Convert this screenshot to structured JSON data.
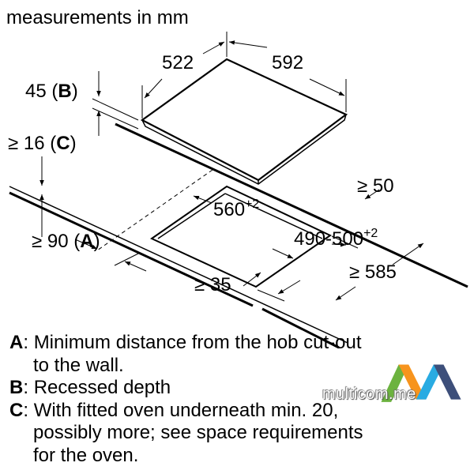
{
  "title": "measurements in mm",
  "dimensions": {
    "hob_depth": "522",
    "hob_width": "592",
    "recess_depth": "45",
    "recess_label": "B",
    "min_thickness": "≥ 16",
    "min_thickness_label": "C",
    "wall_gap": "≥ 50",
    "cutout_width": "560",
    "cutout_width_tol": "+2",
    "cutout_depth": "490-500",
    "cutout_depth_tol": "+2",
    "wall_distance": "≥ 90",
    "wall_distance_label": "A",
    "front_gap": "≥ 35",
    "worktop_depth": "≥ 585"
  },
  "legend": [
    {
      "key": "A",
      "lines": [
        "Minimum distance from the hob cut-out",
        "to the wall."
      ]
    },
    {
      "key": "B",
      "lines": [
        "Recessed depth"
      ]
    },
    {
      "key": "C",
      "lines": [
        "With fitted oven underneath min. 20,",
        "possibly more; see space requirements",
        "for the oven."
      ]
    }
  ],
  "watermark": "multicom.me"
}
